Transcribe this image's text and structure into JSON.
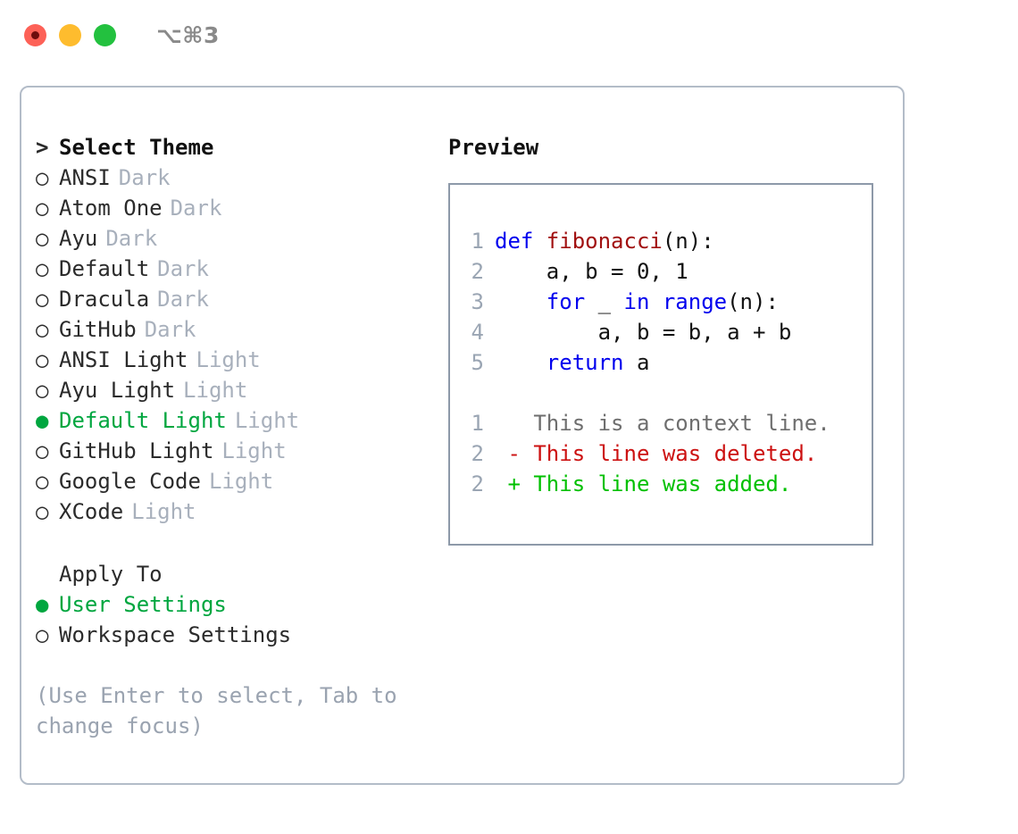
{
  "titlebar": {
    "shortcut": "⌥⌘3",
    "dots": [
      {
        "name": "close",
        "color": "#fd6157"
      },
      {
        "name": "minimize",
        "color": "#febc2e"
      },
      {
        "name": "maximize",
        "color": "#23c13f"
      }
    ]
  },
  "theme_list": {
    "header": {
      "marker": ">",
      "label": "Select Theme"
    },
    "items": [
      {
        "marker": "○",
        "name": "ANSI",
        "tag": "Dark",
        "selected": false
      },
      {
        "marker": "○",
        "name": "Atom One",
        "tag": "Dark",
        "selected": false
      },
      {
        "marker": "○",
        "name": "Ayu",
        "tag": "Dark",
        "selected": false
      },
      {
        "marker": "○",
        "name": "Default",
        "tag": "Dark",
        "selected": false
      },
      {
        "marker": "○",
        "name": "Dracula",
        "tag": "Dark",
        "selected": false
      },
      {
        "marker": "○",
        "name": "GitHub",
        "tag": "Dark",
        "selected": false
      },
      {
        "marker": "○",
        "name": "ANSI Light",
        "tag": "Light",
        "selected": false
      },
      {
        "marker": "○",
        "name": "Ayu Light",
        "tag": "Light",
        "selected": false
      },
      {
        "marker": "●",
        "name": "Default Light",
        "tag": "Light",
        "selected": true
      },
      {
        "marker": "○",
        "name": "GitHub Light",
        "tag": "Light",
        "selected": false
      },
      {
        "marker": "○",
        "name": "Google Code",
        "tag": "Light",
        "selected": false
      },
      {
        "marker": "○",
        "name": "XCode",
        "tag": "Light",
        "selected": false
      }
    ]
  },
  "apply_to": {
    "header": {
      "label": "Apply To"
    },
    "items": [
      {
        "marker": "●",
        "name": "User Settings",
        "selected": true
      },
      {
        "marker": "○",
        "name": "Workspace Settings",
        "selected": false
      }
    ]
  },
  "hint": "(Use Enter to select, Tab to change focus)",
  "preview": {
    "title": "Preview",
    "code_lines": [
      {
        "num": "1",
        "indent": "",
        "tokens": [
          {
            "t": "def ",
            "k": "kw"
          },
          {
            "t": "fibonacci",
            "k": "fn"
          },
          {
            "t": "(n):",
            "k": "txt"
          }
        ]
      },
      {
        "num": "2",
        "indent": "    ",
        "tokens": [
          {
            "t": "a, b = 0, 1",
            "k": "txt"
          }
        ]
      },
      {
        "num": "3",
        "indent": "    ",
        "tokens": [
          {
            "t": "for ",
            "k": "kw"
          },
          {
            "t": "_ ",
            "k": "txt"
          },
          {
            "t": "in ",
            "k": "kw"
          },
          {
            "t": "range",
            "k": "kw"
          },
          {
            "t": "(n):",
            "k": "txt"
          }
        ]
      },
      {
        "num": "4",
        "indent": "        ",
        "tokens": [
          {
            "t": "a, b = b, a + b",
            "k": "txt"
          }
        ]
      },
      {
        "num": "5",
        "indent": "    ",
        "tokens": [
          {
            "t": "return ",
            "k": "kw"
          },
          {
            "t": "a",
            "k": "txt"
          }
        ]
      }
    ],
    "diff_lines": [
      {
        "num": "1",
        "sign": "  ",
        "text": "This is a context line.",
        "kind": "ctx"
      },
      {
        "num": "2",
        "sign": "- ",
        "text": "This line was deleted.",
        "kind": "del"
      },
      {
        "num": "2",
        "sign": "+ ",
        "text": "This line was added.",
        "kind": "add"
      }
    ]
  },
  "colors": {
    "accent_green": "#00a63f",
    "keyword_blue": "#0000ee",
    "function_red": "#a11010",
    "diff_deleted": "#cc1111",
    "diff_added": "#00c000",
    "muted_gray": "#a8b0bc",
    "border": "#b3bcc8",
    "preview_border": "#8d99a9"
  }
}
